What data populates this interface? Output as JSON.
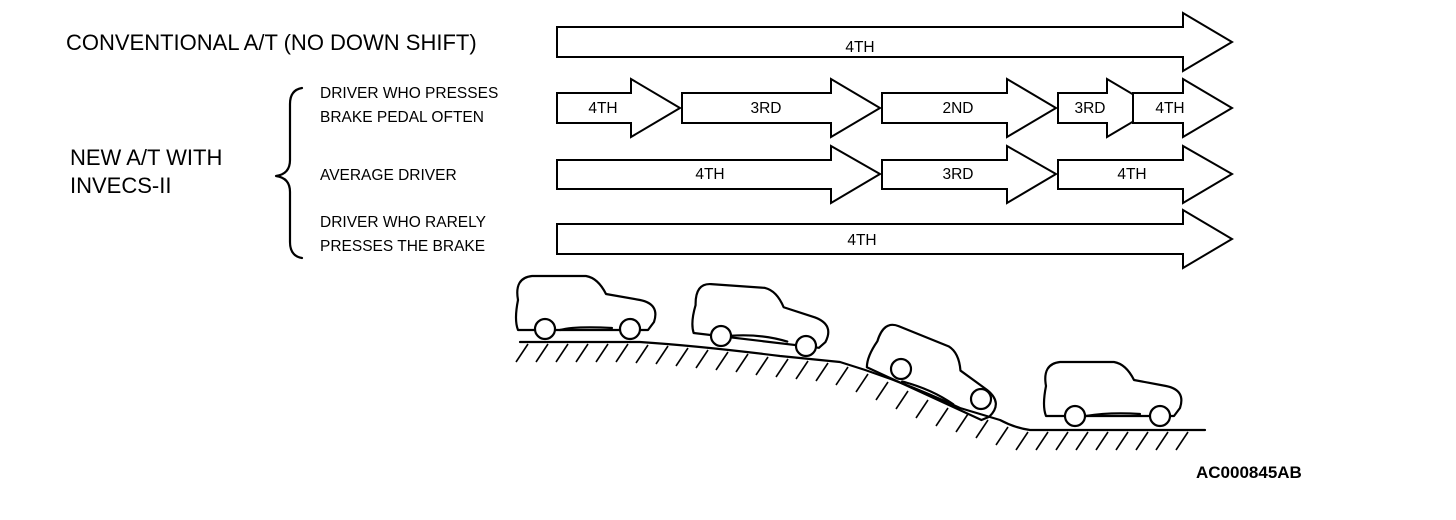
{
  "conventional": {
    "label": "CONVENTIONAL A/T (NO DOWN SHIFT)",
    "gears": [
      "4TH"
    ]
  },
  "new_at": {
    "label_line1": "NEW A/T WITH",
    "label_line2": "INVECS-II",
    "drivers": [
      {
        "label_line1": "DRIVER WHO PRESSES",
        "label_line2": "BRAKE PEDAL OFTEN",
        "gears": [
          "4TH",
          "3RD",
          "2ND",
          "3RD",
          "4TH"
        ]
      },
      {
        "label_line1": "AVERAGE DRIVER",
        "label_line2": "",
        "gears": [
          "4TH",
          "3RD",
          "4TH"
        ]
      },
      {
        "label_line1": "DRIVER WHO RARELY",
        "label_line2": "PRESSES THE BRAKE",
        "gears": [
          "4TH"
        ]
      }
    ]
  },
  "figure_code": "AC000845AB"
}
